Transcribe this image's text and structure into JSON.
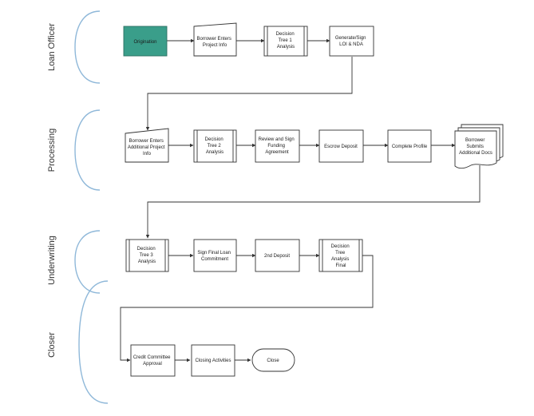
{
  "lanes": {
    "loan_officer": "Loan Officer",
    "processing": "Processing",
    "underwriting": "Underwriting",
    "closer": "Closer"
  },
  "nodes": {
    "origination": [
      "Origination"
    ],
    "borrower_enters_project": [
      "Borrower Enters",
      "Project Info"
    ],
    "decision_tree_1": [
      "Decision",
      "Tree 1",
      "Analysis"
    ],
    "generate_sign": [
      "Generate/Sign",
      "LOI & NDA"
    ],
    "borrower_enters_additional": [
      "Borrower Enters",
      "Additional Project",
      "Info"
    ],
    "decision_tree_2": [
      "Decision",
      "Tree 2",
      "Analysis"
    ],
    "review_sign_funding": [
      "Review and Sign",
      "Funding",
      "Agreement"
    ],
    "escrow_deposit": [
      "Escrow Deposit"
    ],
    "complete_profile": [
      "Complete Profile"
    ],
    "borrower_submits_docs": [
      "Borrower",
      "Submits",
      "Additional Docs"
    ],
    "decision_tree_3": [
      "Decision",
      "Tree 3",
      "Analysis"
    ],
    "sign_final_loan": [
      "Sign Final Loan",
      "Commitment"
    ],
    "second_deposit": [
      "2nd Deposit"
    ],
    "decision_tree_final": [
      "Decision",
      "Tree",
      "Analysis",
      "Final"
    ],
    "credit_committee": [
      "Credit Committee",
      "Approval"
    ],
    "closing_activities": [
      "Closing Activities"
    ],
    "close": [
      "Close"
    ]
  },
  "colors": {
    "accent": "#3a9e8a",
    "bracket": "#8fb8d9",
    "stroke": "#333333"
  }
}
